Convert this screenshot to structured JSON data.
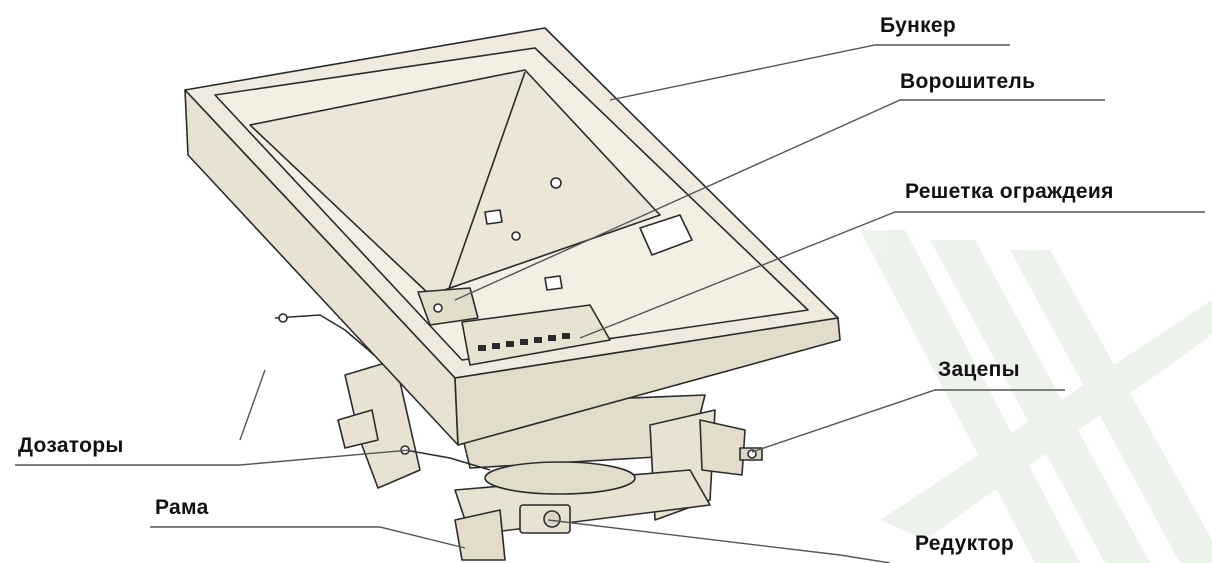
{
  "labels": {
    "hopper": "Бункер",
    "agitator": "Ворошитель",
    "guard_grid": "Решетка ограждеия",
    "hitches": "Зацепы",
    "dispensers": "Дозаторы",
    "frame": "Рама",
    "gearbox": "Редуктор"
  },
  "colors": {
    "body_fill": "#efeadd",
    "body_shade": "#e2dccb",
    "outline": "#2b2b2b",
    "leader_line": "#555555",
    "watermark": "#d9e6d6"
  }
}
